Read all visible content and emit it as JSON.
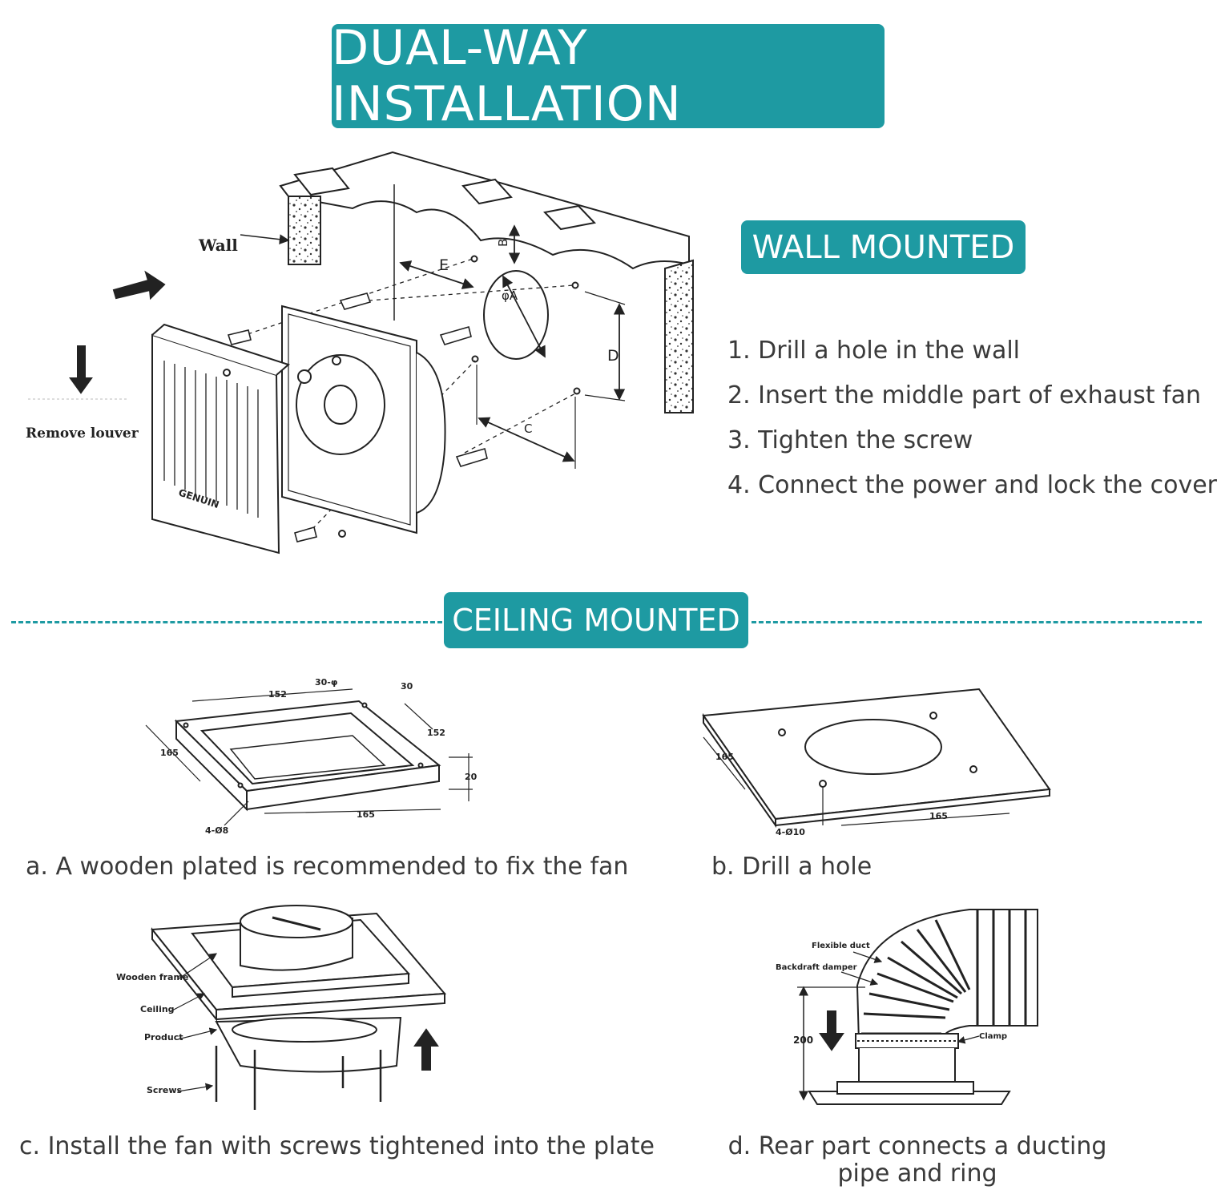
{
  "title": "DUAL-WAY INSTALLATION",
  "wall_mounted": {
    "heading": "WALL MOUNTED",
    "steps": [
      "1. Drill a hole in the wall",
      "2. Insert the middle part of exhaust fan",
      "3. Tighten the screw",
      "4. Connect the power and lock the cover"
    ],
    "diagram_labels": {
      "wall": "Wall",
      "remove_louver": "Remove louver",
      "e": "E",
      "b": "B",
      "phi_a": "φA",
      "d": "D",
      "c": "C",
      "brand": "GENUIN"
    }
  },
  "ceiling_mounted": {
    "heading": "CEILING MOUNTED",
    "captions": {
      "a": "a. A wooden plated is recommended to fix the fan",
      "b": "b. Drill a hole",
      "c": "c. Install the fan with screws tightened into the plate",
      "d": "d. Rear part connects a ducting pipe and ring"
    },
    "diagram_a": {
      "dim_152_top": "152",
      "dim_30_phi": "30-φ",
      "dim_30_right": "30",
      "dim_152_right": "152",
      "dim_165_left": "165",
      "dim_20": "20",
      "dim_165_bottom": "165",
      "holes": "4-Ø8"
    },
    "diagram_b": {
      "dim_165_left": "165",
      "dim_165_bottom": "165",
      "holes": "4-Ø10"
    },
    "diagram_c": {
      "wooden_frame": "Wooden frame",
      "ceiling": "Ceiling",
      "product": "Product",
      "screws": "Screws"
    },
    "diagram_d": {
      "flexible_duct": "Flexible duct",
      "backdraft_damper": "Backdraft damper",
      "dim_200": "200",
      "clamp": "Clamp"
    }
  }
}
